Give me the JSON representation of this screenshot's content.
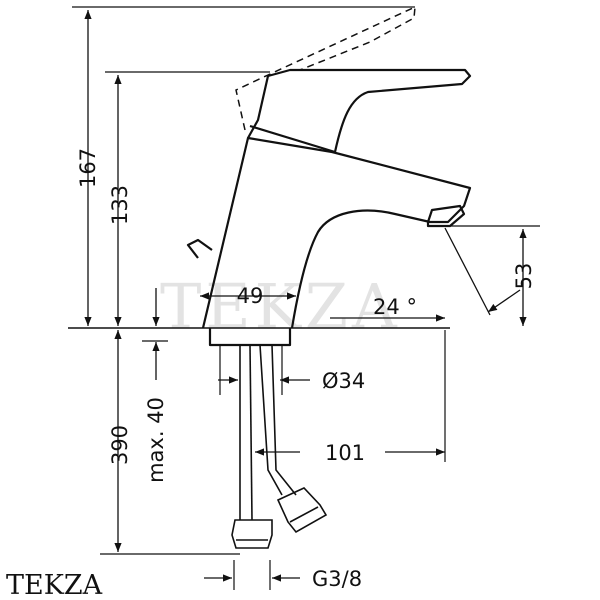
{
  "dimensions": {
    "total_height": "167",
    "lever_height": "133",
    "spout_height": "53",
    "below_deck_length": "390",
    "max_deck": "max. 40",
    "base_width": "49",
    "spout_angle": "24 °",
    "shank_diameter": "Ø34",
    "projection": "101",
    "thread": "G3/8"
  },
  "watermark": "TEKZA",
  "brand": "TEKZA",
  "colors": {
    "line": "#111111",
    "watermark": "#e3e3e3"
  }
}
